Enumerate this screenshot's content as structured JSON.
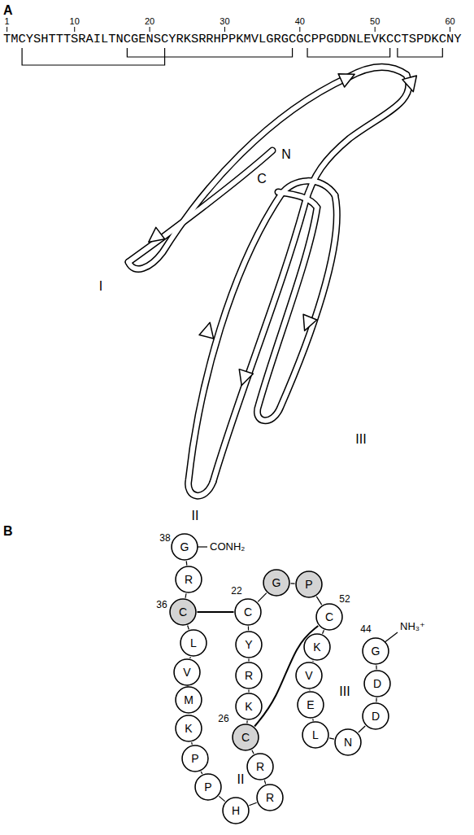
{
  "diagram": {
    "nodes": [
      {
        "text": [
          "G"
        ]
      },
      {
        "text": [
          "R"
        ]
      },
      {
        "text": [
          "C"
        ]
      },
      {
        "text": [
          "L"
        ]
      },
      {
        "text": [
          "V"
        ]
      },
      {
        "text": [
          "M"
        ]
      },
      {
        "text": [
          "K"
        ]
      },
      {
        "text": [
          "P"
        ]
      },
      {
        "text": [
          "P"
        ]
      },
      {
        "text": [
          "H"
        ]
      },
      {
        "text": [
          "R"
        ]
      },
      {
        "text": [
          "R"
        ]
      },
      {
        "text": [
          "C"
        ]
      },
      {
        "text": [
          "K"
        ]
      },
      {
        "text": [
          "R"
        ]
      },
      {
        "text": [
          "Y"
        ]
      },
      {
        "text": [
          "C"
        ]
      },
      {
        "text": [
          "G"
        ]
      },
      {
        "text": [
          "P"
        ]
      },
      {
        "text": [
          "C"
        ]
      },
      {
        "text": [
          "K"
        ]
      },
      {
        "text": [
          "V"
        ]
      },
      {
        "text": [
          "E"
        ]
      },
      {
        "text": [
          "L"
        ]
      },
      {
        "text": [
          "N"
        ]
      },
      {
        "text": [
          "D"
        ]
      },
      {
        "text": [
          "D"
        ]
      },
      {
        "text": [
          "G"
        ]
      }
    ],
    "edges": [
      {
        "from": 0,
        "to": 1,
        "arrow": "none"
      },
      {
        "from": 1,
        "to": 2,
        "arrow": "none"
      },
      {
        "from": 2,
        "to": 3,
        "arrow": "none"
      },
      {
        "from": 3,
        "to": 4,
        "arrow": "none"
      },
      {
        "from": 4,
        "to": 5,
        "arrow": "none"
      },
      {
        "from": 5,
        "to": 6,
        "arrow": "none"
      },
      {
        "from": 6,
        "to": 7,
        "arrow": "none"
      },
      {
        "from": 7,
        "to": 8,
        "arrow": "none"
      },
      {
        "from": 8,
        "to": 9,
        "arrow": "none"
      },
      {
        "from": 9,
        "to": 10,
        "arrow": "none"
      },
      {
        "from": 10,
        "to": 11,
        "arrow": "none"
      },
      {
        "from": 11,
        "to": 12,
        "arrow": "none"
      },
      {
        "from": 12,
        "to": 13,
        "arrow": "none"
      },
      {
        "from": 13,
        "to": 14,
        "arrow": "none"
      },
      {
        "from": 14,
        "to": 15,
        "arrow": "none"
      },
      {
        "from": 15,
        "to": 16,
        "arrow": "none"
      },
      {
        "from": 16,
        "to": 17,
        "arrow": "none"
      },
      {
        "from": 17,
        "to": 18,
        "arrow": "none"
      },
      {
        "from": 18,
        "to": 19,
        "arrow": "none"
      },
      {
        "from": 19,
        "to": 20,
        "arrow": "none"
      },
      {
        "from": 20,
        "to": 21,
        "arrow": "none"
      },
      {
        "from": 21,
        "to": 22,
        "arrow": "none"
      },
      {
        "from": 22,
        "to": 23,
        "arrow": "none"
      },
      {
        "from": 23,
        "to": 24,
        "arrow": "none"
      },
      {
        "from": 24,
        "to": 25,
        "arrow": "none"
      },
      {
        "from": 25,
        "to": 26,
        "arrow": "none"
      },
      {
        "from": 26,
        "to": 27,
        "arrow": "none"
      },
      {
        "from": 2,
        "to": 16,
        "arrow": "none"
      },
      {
        "from": 12,
        "to": 19,
        "arrow": "none"
      }
    ],
    "labels": [
      "A",
      "1",
      "10",
      "20",
      "30",
      "40",
      "50",
      "60",
      "TMCYSHTTTSRAILTNCGENSCYRKSRRHPPKMVLGRGCGCPPGDDNLEVKCCTSPDKCNY",
      "N",
      "C",
      "I",
      "II",
      "III",
      "B",
      "38",
      "CONH₂",
      "22",
      "36",
      "52",
      "NH₃⁺",
      "44",
      "26",
      "II",
      "III"
    ]
  }
}
